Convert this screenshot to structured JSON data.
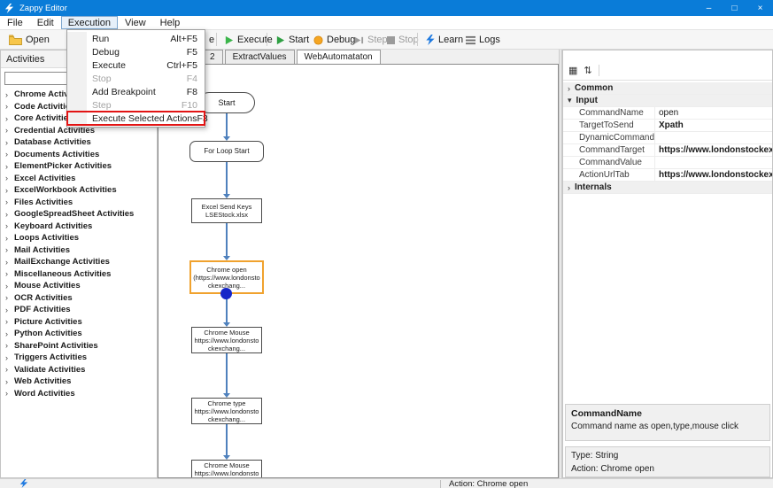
{
  "window": {
    "title": "Zappy Editor"
  },
  "icons": {
    "chevron_right": "›",
    "chevron_down": "▾",
    "minimize": "–",
    "maximize": "□",
    "close": "×",
    "categorized": "▦",
    "sort_az": "⇅"
  },
  "menu_bar": {
    "items": [
      "File",
      "Edit",
      "Execution",
      "View",
      "Help"
    ]
  },
  "execution_menu": {
    "items": [
      {
        "label": "Run",
        "shortcut": "Alt+F5",
        "enabled": true,
        "highlighted": false
      },
      {
        "label": "Debug",
        "shortcut": "F5",
        "enabled": true,
        "highlighted": false
      },
      {
        "label": "Execute",
        "shortcut": "Ctrl+F5",
        "enabled": true,
        "highlighted": false
      },
      {
        "label": "Stop",
        "shortcut": "F4",
        "enabled": false,
        "highlighted": false
      },
      {
        "label": "Add Breakpoint",
        "shortcut": "F8",
        "enabled": true,
        "highlighted": false
      },
      {
        "label": "Step",
        "shortcut": "F10",
        "enabled": false,
        "highlighted": false
      },
      {
        "label": "Execute Selected Actions",
        "shortcut": "F3",
        "enabled": true,
        "highlighted": true
      }
    ]
  },
  "toolbar": {
    "open": "Open",
    "hidden_fragment": "e",
    "execute": "Execute",
    "start": "Start",
    "debug": "Debug",
    "step": "Step",
    "stop": "Stop",
    "learn": "Learn",
    "logs": "Logs"
  },
  "tabs": [
    {
      "label": "2",
      "active": false
    },
    {
      "label": "ExtractValues",
      "active": false
    },
    {
      "label": "WebAutomataton",
      "active": true
    }
  ],
  "activities": {
    "title": "Activities",
    "search_value": "",
    "items": [
      "Chrome Activities",
      "Code Activities",
      "Core Activities",
      "Credential Activities",
      "Database Activities",
      "Documents Activities",
      "ElementPicker Activities",
      "Excel Activities",
      "ExcelWorkbook Activities",
      "Files Activities",
      "GoogleSpreadSheet Activities",
      "Keyboard Activities",
      "Loops Activities",
      "Mail Activities",
      "MailExchange Activities",
      "Miscellaneous Activities",
      "Mouse Activities",
      "OCR Activities",
      "PDF Activities",
      "Picture Activities",
      "Python Activities",
      "SharePoint Activities",
      "Triggers Activities",
      "Validate Activities",
      "Web Activities",
      "Word Activities"
    ]
  },
  "flow": {
    "nodes": [
      {
        "label": "Start",
        "type": "start",
        "selected": false
      },
      {
        "label": "For Loop Start",
        "type": "loop",
        "selected": false
      },
      {
        "label": "Excel Send Keys\nLSEStock.xlsx",
        "type": "action",
        "selected": false
      },
      {
        "label": "Chrome open\n(https://www.londonsto\nckexchang...",
        "type": "action",
        "selected": true,
        "breakpoint": true
      },
      {
        "label": "Chrome Mouse\nhttps://www.londonsto\nckexchang...",
        "type": "action",
        "selected": false
      },
      {
        "label": "Chrome type\nhttps://www.londonsto\nckexchang...",
        "type": "action",
        "selected": false
      },
      {
        "label": "Chrome Mouse\nhttps://www.londonsto\nckexchang...",
        "type": "action",
        "selected": false
      }
    ]
  },
  "properties": {
    "groups": {
      "common": "Common",
      "input": "Input",
      "internals": "Internals"
    },
    "rows": [
      {
        "key": "CommandName",
        "value": "open",
        "bold": false
      },
      {
        "key": "TargetToSend",
        "value": "Xpath",
        "bold": true
      },
      {
        "key": "DynamicCommandT...",
        "value": "",
        "bold": false
      },
      {
        "key": "CommandTarget",
        "value": "https://www.londonstockexc",
        "bold": true
      },
      {
        "key": "CommandValue",
        "value": "",
        "bold": false
      },
      {
        "key": "ActionUrlTab",
        "value": "https://www.londonstockexc",
        "bold": true
      }
    ],
    "description": {
      "title": "CommandName",
      "text": "Command name as open,type,mouse click"
    },
    "footer": {
      "line1": "Type: String",
      "line2": "Action: Chrome open"
    }
  },
  "status_bar": {
    "action": "Action: Chrome open"
  },
  "colors": {
    "titlebar_blue": "#0a7cd8",
    "annotation_red": "#e21414",
    "selection_orange": "#f0a22e",
    "flow_blue": "#4f81bd",
    "breakpoint_blue": "#1626c8",
    "menu_open_highlight": "#e6f0fa"
  }
}
